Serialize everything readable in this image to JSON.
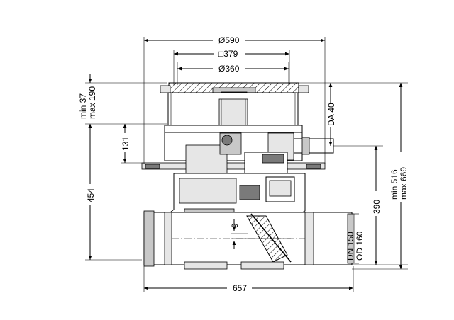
{
  "dimensions": {
    "outer_diameter": "590",
    "square_frame": "379",
    "grate_diameter": "360",
    "cover_height_min": "min 37",
    "cover_height_max": "max 190",
    "inlet_height": "131",
    "body_height": "454",
    "side_outlet": "DA 40",
    "total_height_min": "min 516",
    "total_height_max": "max 669",
    "outlet_height": "390",
    "pipe_nominal": "DN 150",
    "pipe_outer": "OD 160",
    "small_offset": "9",
    "total_length": "657"
  },
  "symbols": {
    "diameter": "Ø",
    "square": "□"
  }
}
